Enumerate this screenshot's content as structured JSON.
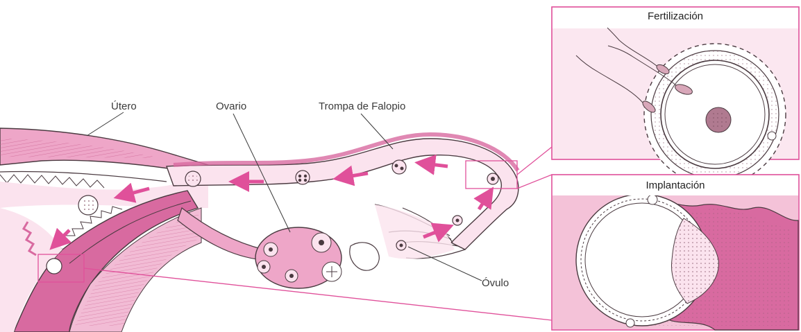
{
  "labels": {
    "utero": "Útero",
    "ovario": "Ovario",
    "trompa": "Trompa de Falopio",
    "ovulo": "Óvulo"
  },
  "panels": {
    "fertilization": {
      "title": "Fertilización"
    },
    "implantation": {
      "title": "Implantación"
    }
  },
  "colors": {
    "accent": "#e0509a",
    "tissue_dark": "#d86aa0",
    "tissue_mid": "#eea6c8",
    "tissue_light": "#fbe3ee",
    "panel_bg": "#fbe7f0",
    "outline": "#4a3a40"
  },
  "icons": [
    "arrow-icon",
    "egg-cell-icon",
    "sperm-icon",
    "zoom-box-icon"
  ]
}
